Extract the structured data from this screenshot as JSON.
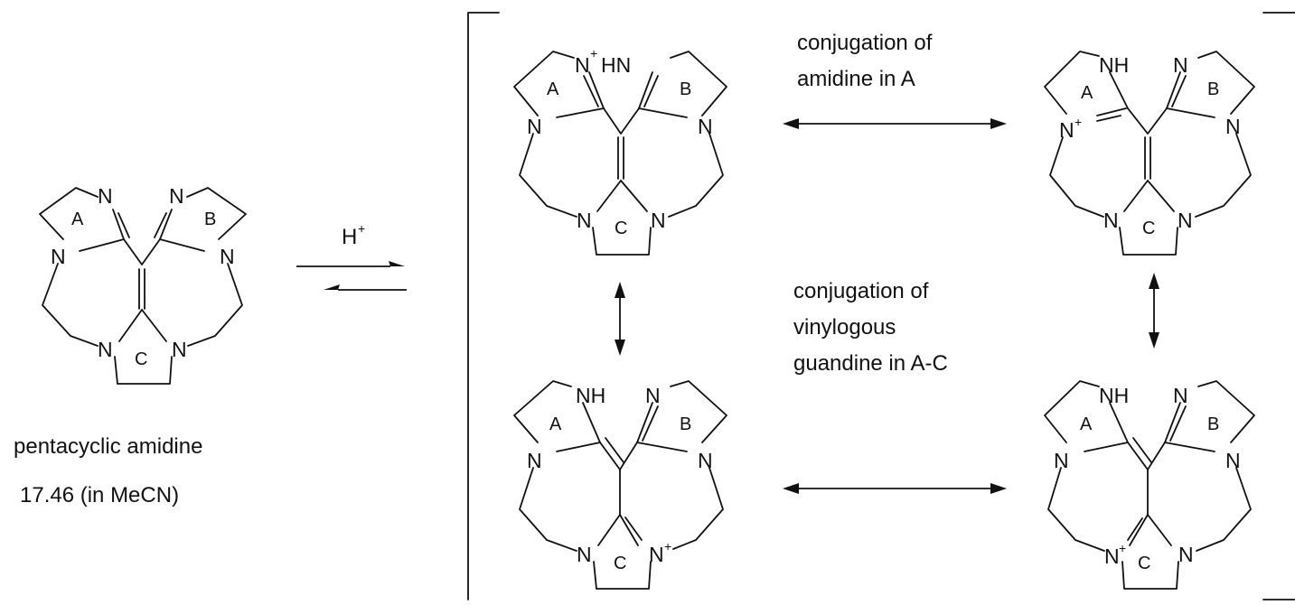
{
  "atoms": {
    "N": "N",
    "NH": "NH",
    "HN": "HN",
    "plus": "+"
  },
  "rings": {
    "A": "A",
    "B": "B",
    "C": "C"
  },
  "reagent": {
    "label": "H",
    "charge": "+"
  },
  "starting_material": {
    "name": "pentacyclic amidine",
    "pka": "17.46 (in MeCN)"
  },
  "annotations": {
    "amidine_line1": "conjugation of",
    "amidine_line2": "amidine in A",
    "vinylogous_line1": "conjugation of",
    "vinylogous_line2": "vinylogous",
    "vinylogous_line3": "guandine in A-C"
  },
  "colors": {
    "ink": "#111111",
    "background": "#ffffff"
  }
}
